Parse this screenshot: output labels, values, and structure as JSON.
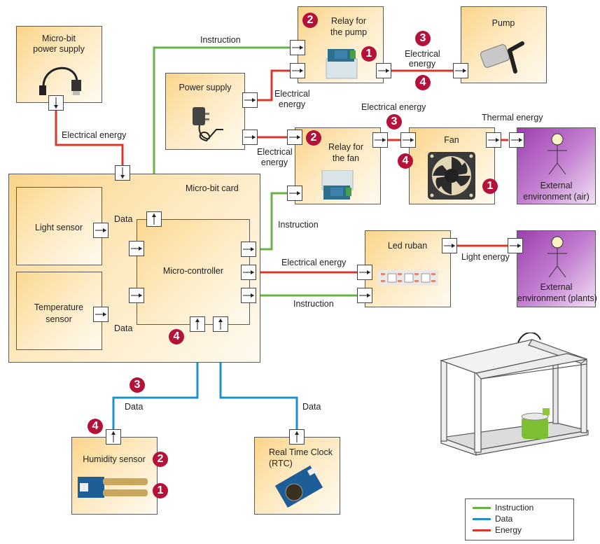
{
  "colors": {
    "instruction": "#6ab245",
    "data": "#1f90c8",
    "energy": "#d8382b",
    "badge": "#b5123a",
    "box_fill": "#fbd48a",
    "environment_fill": "#9c3fb0"
  },
  "components": {
    "microbit_power_supply": {
      "title": "Micro-bit\npower supply",
      "title_line1": "Micro-bit",
      "title_line2": "power supply",
      "icon": "usb-cable-icon"
    },
    "power_supply": {
      "title": "Power supply",
      "icon": "power-adapter-icon"
    },
    "relay_pump": {
      "title_line1": "Relay for",
      "title_line2": "the pump",
      "icon": "relay-board-icon"
    },
    "pump": {
      "title": "Pump",
      "icon": "pump-icon"
    },
    "relay_fan": {
      "title_line1": "Relay for",
      "title_line2": "the fan",
      "icon": "relay-board-icon"
    },
    "fan": {
      "title": "Fan",
      "icon": "fan-icon"
    },
    "env_air": {
      "title_line1": "External",
      "title_line2": "environment (air)",
      "icon": "stick-figure-icon"
    },
    "microbit_card": {
      "title": "Micro-bit card"
    },
    "light_sensor": {
      "title": "Light sensor"
    },
    "temperature_sensor": {
      "title_line1": "Temperature",
      "title_line2": "sensor"
    },
    "microcontroller": {
      "title": "Micro-controller"
    },
    "led_ruban": {
      "title": "Led ruban",
      "icon": "led-strip-icon"
    },
    "env_plants": {
      "title_line1": "External",
      "title_line2": "environment (plants)",
      "icon": "stick-figure-icon"
    },
    "humidity_sensor": {
      "title": "Humidity sensor",
      "icon": "soil-probe-icon"
    },
    "rtc": {
      "title_line1": "Real Time Clock",
      "title_line2": "(RTC)",
      "icon": "rtc-board-icon"
    }
  },
  "wire_labels": {
    "usb_energy": "Electrical energy",
    "instruction_pump": "Instruction",
    "ps_pump_line1": "Electrical",
    "ps_pump_line2": "energy",
    "ps_fan_line1": "Electrical",
    "ps_fan_line2": "energy",
    "relay_pump_to_pump_line1": "Electrical",
    "relay_pump_to_pump_line2": "energy",
    "relay_fan_to_fan": "Electrical energy",
    "fan_to_air": "Thermal energy",
    "light_data": "Data",
    "temp_data": "Data",
    "instruction_fan": "Instruction",
    "mc_led_energy": "Electrical energy",
    "mc_led_instruction": "Instruction",
    "led_to_plants": "Light energy",
    "humidity_data": "Data",
    "rtc_data": "Data"
  },
  "badges": {
    "relay_pump_2": "2",
    "relay_pump_1": "1",
    "pump_wire_3": "3",
    "pump_wire_4": "4",
    "relay_fan_2": "2",
    "fan_wire_3": "3",
    "fan_4": "4",
    "fan_1": "1",
    "microbit_4": "4",
    "humidity_wire_3": "3",
    "humidity_4": "4",
    "humidity_2": "2",
    "humidity_1": "1"
  },
  "greenhouse": {
    "icon": "greenhouse-icon"
  },
  "legend": {
    "items": [
      {
        "label": "Instruction",
        "color": "#6ab245"
      },
      {
        "label": "Data",
        "color": "#1f90c8"
      },
      {
        "label": "Energy",
        "color": "#d8382b"
      }
    ]
  }
}
